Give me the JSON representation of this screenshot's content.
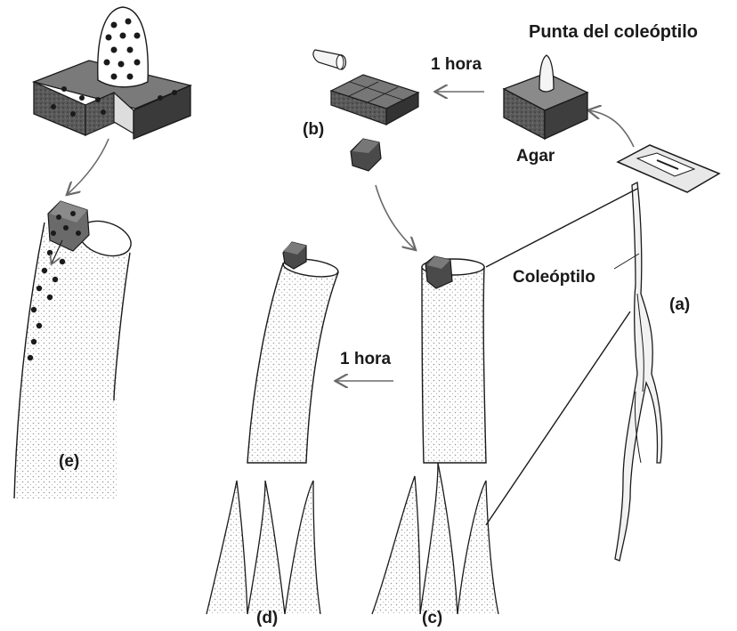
{
  "labels": {
    "tip": "Punta del coleóptilo",
    "one_hour_top": "1 hora",
    "agar": "Agar",
    "b": "(b)",
    "coleoptile": "Coleóptilo",
    "a": "(a)",
    "one_hour_mid": "1 hora",
    "e": "(e)",
    "d": "(d)",
    "c": "(c)"
  },
  "colors": {
    "ink": "#1a1a1a",
    "block": "#5a5a5a",
    "block_dark": "#2e2e2e",
    "stipple": "#9a9a9a",
    "arrow": "#6a6a6a"
  }
}
